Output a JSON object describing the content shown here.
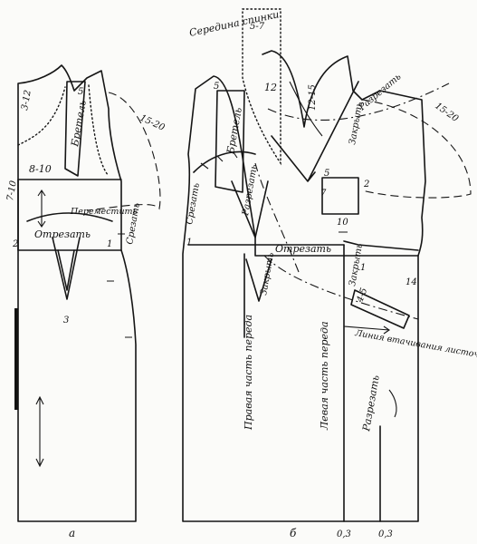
{
  "figure_a": {
    "label_dims": [
      "3-12",
      "8-10",
      "7-10",
      "15-20"
    ],
    "labels": [
      "5",
      "Бретель",
      "Переместить",
      "Отрезать",
      "Срезать",
      "2",
      "1",
      "3"
    ],
    "caption": "а"
  },
  "figure_b": {
    "back_center": "Середина спинки",
    "back_dim": "5-7",
    "labels": [
      "5",
      "12",
      "Бретель",
      "Разрезать",
      "Срезать",
      "1",
      "12-15",
      "Закрыть",
      "Разрезать",
      "15-20",
      "5",
      "7",
      "2",
      "10",
      "Отрезать",
      "Закрыть",
      "Закрыть",
      "1",
      "4-5",
      "14",
      "Линия втачивания листочки",
      "Правая часть переда",
      "Левая часть переда",
      "Разрезать"
    ],
    "bottom": [
      "0,3",
      "0,3"
    ],
    "caption": "б"
  }
}
